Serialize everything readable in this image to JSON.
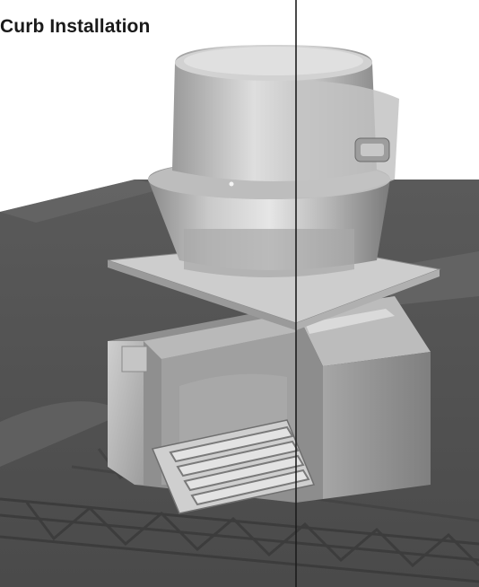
{
  "figure": {
    "title": "Curb Installation",
    "colors": {
      "roof_dark": "#545454",
      "roof_mid": "#6b6b6b",
      "metal_light": "#d6d6d6",
      "metal_mid": "#a9a9a9",
      "metal_dark": "#7d7d7d",
      "divider": "#1c1c1c"
    },
    "parts": [
      "roof-deck",
      "curb",
      "mounting-plate",
      "fan-housing",
      "fan-lid",
      "damper",
      "support-truss",
      "cross-section-line"
    ]
  }
}
